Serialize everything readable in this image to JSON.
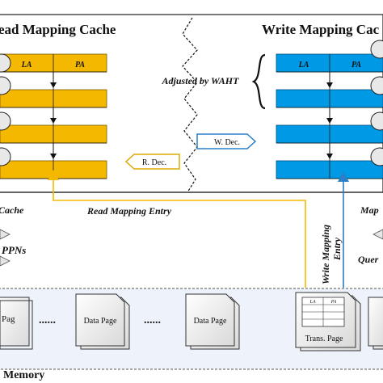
{
  "read_cache": {
    "title": "ead Mapping Cache",
    "col_la": "LA",
    "col_pa": "PA",
    "color": "#f5b800"
  },
  "write_cache": {
    "title": "Write Mapping Cac",
    "col_la": "LA",
    "col_pa": "PA",
    "color": "#0099e6"
  },
  "waht_label": "Adjusted by WAHT",
  "read_dec_label": "R. Dec.",
  "write_dec_label": "W. Dec.",
  "left_cache_label": "Cache",
  "right_cache_label": "Map",
  "read_entry_label": "Read Mapping Entry",
  "write_entry_label_line1": "Write Mapping",
  "write_entry_label_line2": "Entry",
  "ppns_label": "PPNs",
  "query_label": "Quer",
  "ellipsis_left": "......",
  "ellipsis_mid": "......",
  "page_left_label": "Pag",
  "data_page_1": "Data Page",
  "data_page_2": "Data Page",
  "trans_page_label": "Trans. Page",
  "trans_col_la": "LA",
  "trans_col_pa": "PA",
  "memory_label": "Memory",
  "colors": {
    "read": "#f5b800",
    "write": "#0099e6",
    "flash_bg": "#eef3fb",
    "dec_border_blue": "#2a7fc8",
    "dec_border_yellow": "#e0a800"
  }
}
